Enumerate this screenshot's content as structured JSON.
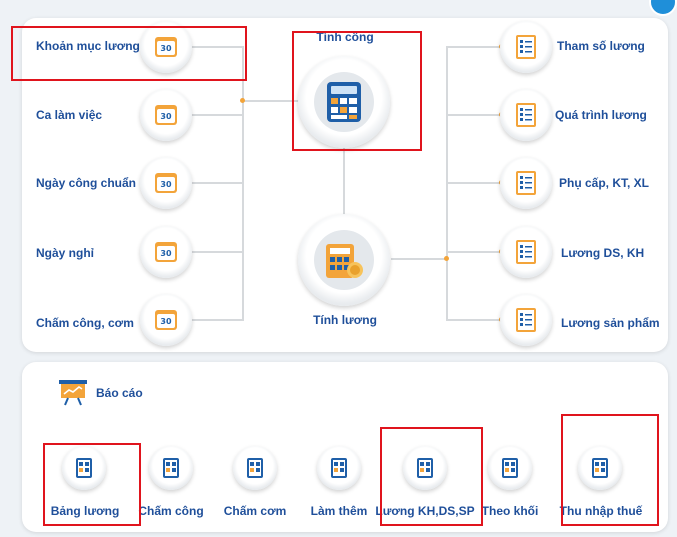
{
  "top": {
    "left_items": [
      {
        "label": "Khoản mục lương"
      },
      {
        "label": "Ca làm việc"
      },
      {
        "label": "Ngày công chuẩn"
      },
      {
        "label": "Ngày nghỉ"
      },
      {
        "label": "Chấm công, cơm"
      }
    ],
    "center_top": {
      "label": "Tính công"
    },
    "center_bottom": {
      "label": "Tính lương"
    },
    "right_items": [
      {
        "label": "Tham số lương"
      },
      {
        "label": "Quá trình lương"
      },
      {
        "label": "Phụ cấp, KT, XL"
      },
      {
        "label": "Lương DS, KH"
      },
      {
        "label": "Lương sản phẩm"
      }
    ]
  },
  "bottom": {
    "title": "Báo cáo",
    "reports": [
      {
        "label": "Bảng lương"
      },
      {
        "label": "Chấm công"
      },
      {
        "label": "Chấm cơm"
      },
      {
        "label": "Làm thêm"
      },
      {
        "label": "Lương KH,DS,SP"
      },
      {
        "label": "Theo khối"
      },
      {
        "label": "Thu nhập thuế"
      }
    ]
  },
  "colors": {
    "label": "#1f4f9a",
    "accent": "#f3a43a",
    "icon_blue": "#1f5fa8",
    "highlight": "#e0141d"
  }
}
